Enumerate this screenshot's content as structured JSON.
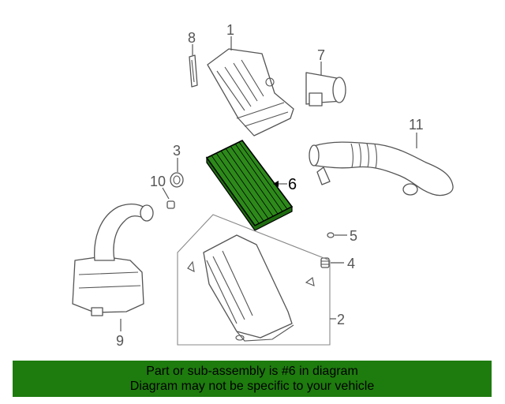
{
  "diagram": {
    "callouts": [
      {
        "id": "1",
        "label": "1"
      },
      {
        "id": "2",
        "label": "2"
      },
      {
        "id": "3",
        "label": "3"
      },
      {
        "id": "4",
        "label": "4"
      },
      {
        "id": "5",
        "label": "5"
      },
      {
        "id": "6",
        "label": "6",
        "highlighted": true
      },
      {
        "id": "7",
        "label": "7"
      },
      {
        "id": "8",
        "label": "8"
      },
      {
        "id": "9",
        "label": "9"
      },
      {
        "id": "10",
        "label": "10"
      },
      {
        "id": "11",
        "label": "11"
      }
    ],
    "highlight_color": "#2d8a1a",
    "line_color": "#555555"
  },
  "footer": {
    "line1": "Part or sub-assembly is #6 in diagram",
    "line2": "Diagram may not be specific to your vehicle",
    "background": "#1e7b0e"
  }
}
